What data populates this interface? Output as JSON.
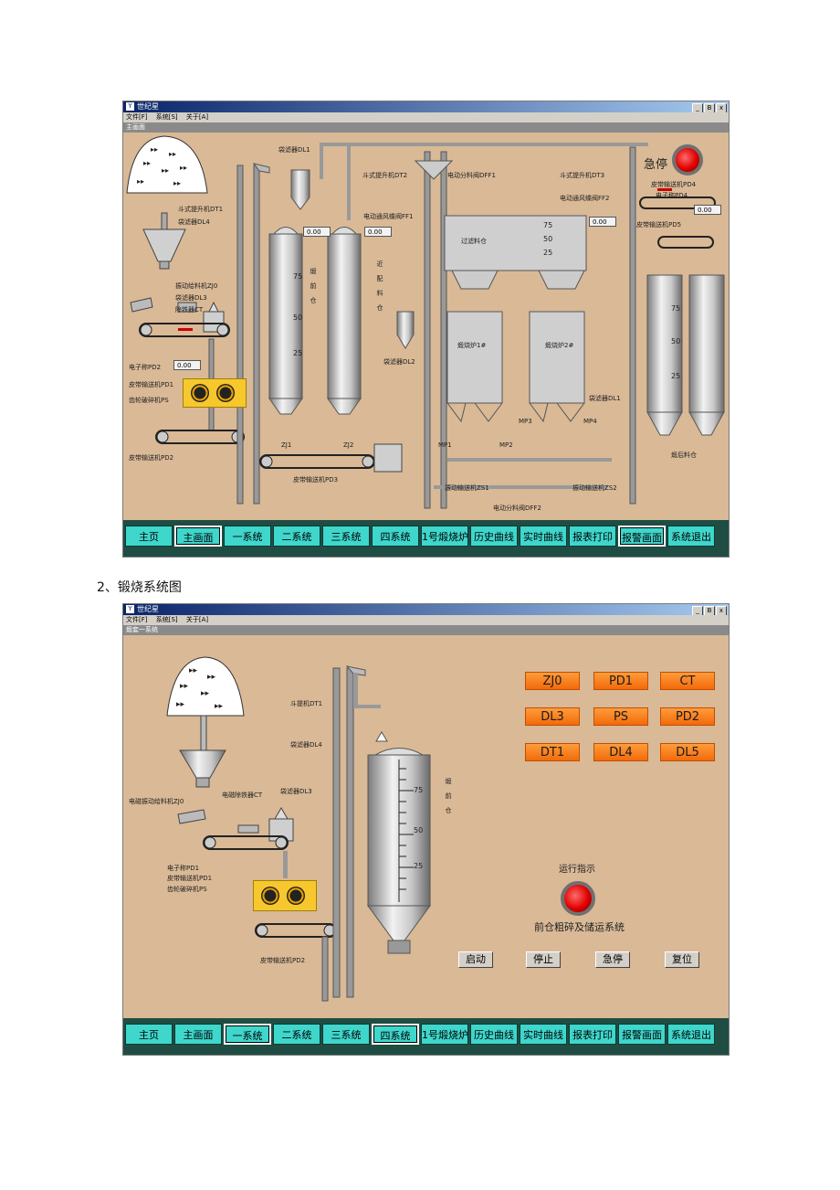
{
  "window1": {
    "title": "世纪星",
    "controls": [
      "_",
      "B",
      "x"
    ],
    "menu": [
      "文件[F]",
      "系统[S]",
      "关于[A]"
    ],
    "subtitle": "主画面",
    "labels": {
      "dt1": "斗式提升机DT1",
      "dl4": "袋滤器DL4",
      "zj0": "振动给料机ZJ0",
      "dl3": "袋滤器DL3",
      "ct": "除铁器CT",
      "pd2_scale": "电子称PD2",
      "pd1": "皮带输送机PD1",
      "ps": "齿轮破碎机PS",
      "pd2_belt": "皮带输送机PD2",
      "dl1_top": "袋滤器DL1",
      "dt2": "斗式提升机DT2",
      "dff1": "电动分料阀DFF1",
      "dt3": "斗式提升机DT3",
      "ff1": "电动通风蝶阀FF1",
      "ff2": "电动通风蝶阀FF2",
      "calcine_silo": "煅前仓",
      "near_silo": "近配料仓",
      "dl2": "袋滤器DL2",
      "zj1": "ZJ1",
      "zj2": "ZJ2",
      "pd3": "皮带输送机PD3",
      "filter_bin": "过滤料仓",
      "furnace1": "煅烧炉1#",
      "furnace2": "煅烧炉2#",
      "dl1_right": "袋滤器DL1",
      "mp1": "MP1",
      "mp2": "MP2",
      "mp3": "MP3",
      "mp4": "MP4",
      "zs1": "振动输送机ZS1",
      "zs2": "振动输送机ZS2",
      "dff2": "电动分料阀DFF2",
      "estop": "急停",
      "pd4_belt": "皮带输送机PD4",
      "pd4_scale": "电子称PD4",
      "pd5": "皮带输送机PD5",
      "after_silo": "煅后料仓"
    },
    "values": {
      "pd2": "0.00",
      "box_a": "0.00",
      "box_b": "0.00",
      "box_c": "0.00",
      "box_d": "0.00"
    },
    "scale_marks": [
      "75",
      "50",
      "25"
    ]
  },
  "caption": "2、锻烧系统图",
  "window2": {
    "title": "世纪星",
    "controls": [
      "_",
      "B",
      "x"
    ],
    "menu": [
      "文件[F]",
      "系统[S]",
      "关于[A]"
    ],
    "subtitle": "煅套一系统",
    "labels": {
      "dt1": "斗提机DT1",
      "dl4": "袋滤器DL4",
      "zj0": "电磁振动给料机ZJ0",
      "ct": "电磁除铁器CT",
      "dl3": "袋滤器DL3",
      "pd1_scale": "电子称PD1",
      "pd1_belt": "皮带输送机PD1",
      "ps": "齿轮破碎机PS",
      "pd2": "皮带输送机PD2",
      "calcine_silo": "煅前仓",
      "run_indicator": "运行指示",
      "system_name": "前仓粗碎及储运系统"
    },
    "status_grid": [
      "ZJ0",
      "PD1",
      "CT",
      "DL3",
      "PS",
      "PD2",
      "DT1",
      "DL4",
      "DL5"
    ],
    "controls_buttons": [
      "启动",
      "停止",
      "急停",
      "复位"
    ],
    "scale_marks": [
      "75",
      "50",
      "25"
    ]
  },
  "nav1": [
    "主页",
    "主画面",
    "一系统",
    "二系统",
    "三系统",
    "四系统",
    "1号煅烧炉",
    "历史曲线",
    "实时曲线",
    "报表打印",
    "报警画面",
    "系统退出"
  ],
  "nav2": [
    "主页",
    "主画面",
    "一系统",
    "二系统",
    "三系统",
    "四系统",
    "1号煅烧炉",
    "历史曲线",
    "实时曲线",
    "报表打印",
    "报警画面",
    "系统退出"
  ],
  "colors": {
    "panel": "#d9b996",
    "nav": "#3fd6cc",
    "status_orange": "#f26a0a",
    "alarm_red": "#e00000"
  }
}
